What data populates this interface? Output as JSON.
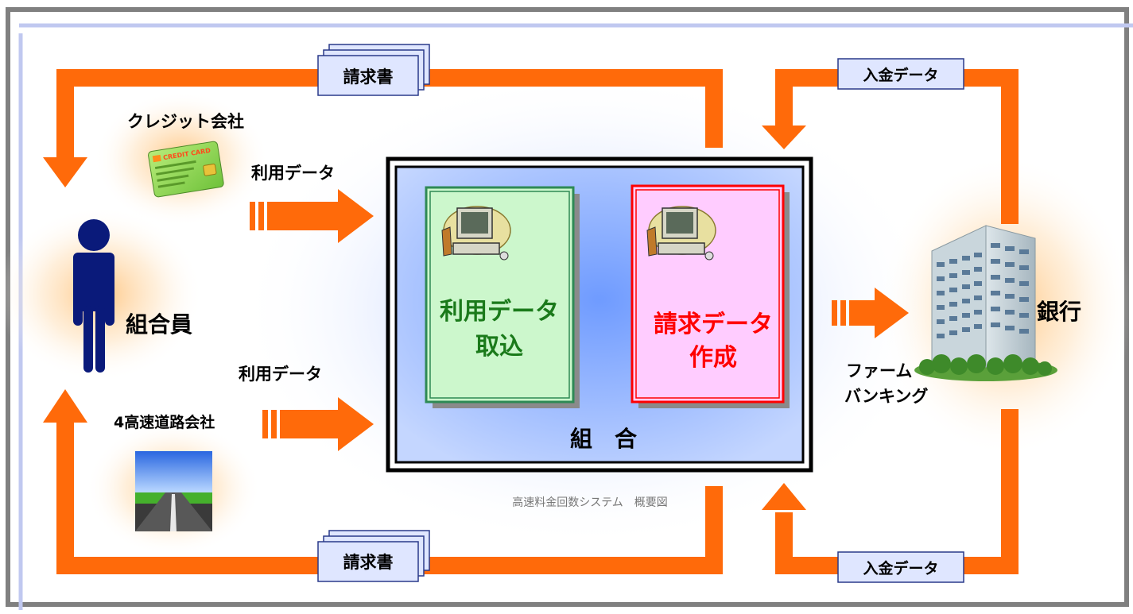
{
  "parties": {
    "member": "組合員",
    "credit_company": "クレジット会社",
    "highway_company": "4高速道路会社",
    "bank": "銀行"
  },
  "flows": {
    "usage_data_top": "利用データ",
    "usage_data_bottom": "利用データ",
    "invoice_top": "請求書",
    "invoice_bottom": "請求書",
    "deposit_top": "入金データ",
    "deposit_bottom": "入金データ",
    "firm_banking_line1": "ファーム",
    "firm_banking_line2": "バンキング"
  },
  "union": {
    "label": "組　合",
    "import_step": {
      "line1": "利用データ",
      "line2": "取込"
    },
    "billing_step": {
      "line1": "請求データ",
      "line2": "作成"
    }
  },
  "caption": "高速料金回数システム　概要図",
  "credit_card_text": "CREDIT CARD",
  "icons": {
    "person": "person-icon",
    "credit_card": "credit-card-icon",
    "road": "road-icon",
    "building": "building-icon",
    "computer": "computer-icon"
  },
  "colors": {
    "arrow": "#ff6a0a",
    "import_border": "#2e8a55",
    "import_fill": "#ccf7cc",
    "billing_border": "#ff0000",
    "billing_fill": "#ffccff",
    "import_text": "#1a7a1a",
    "billing_text": "#ff0000",
    "person": "#0a1a7a",
    "frame": "#808080"
  }
}
